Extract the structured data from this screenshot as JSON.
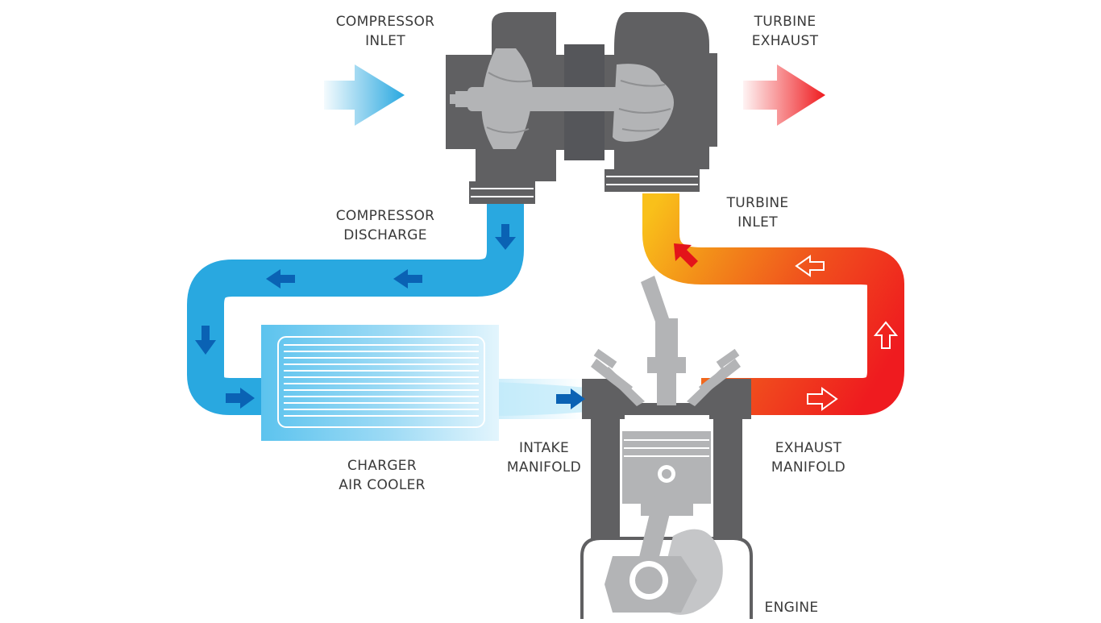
{
  "labels": {
    "compressor_inlet": [
      "COMPRESSOR",
      "INLET"
    ],
    "turbine_exhaust": [
      "TURBINE",
      "EXHAUST"
    ],
    "compressor_discharge": [
      "COMPRESSOR",
      "DISCHARGE"
    ],
    "turbine_inlet": [
      "TURBINE",
      "INLET"
    ],
    "charger_air_cooler": [
      "CHARGER",
      "AIR COOLER"
    ],
    "intake_manifold": [
      "INTAKE",
      "MANIFOLD"
    ],
    "exhaust_manifold": [
      "EXHAUST",
      "MANIFOLD"
    ],
    "engine": "ENGINE"
  },
  "colors": {
    "cold_air": "#29a8e0",
    "cold_air_light": "#5cc3ee",
    "arrow_blue": "#0a62b4",
    "hot_gas": "#ef1b1f",
    "hot_gas_orange": "#f39019",
    "hot_gas_yellow": "#f9c01a",
    "metal_dark": "#606062",
    "metal_light": "#b3b4b6"
  }
}
